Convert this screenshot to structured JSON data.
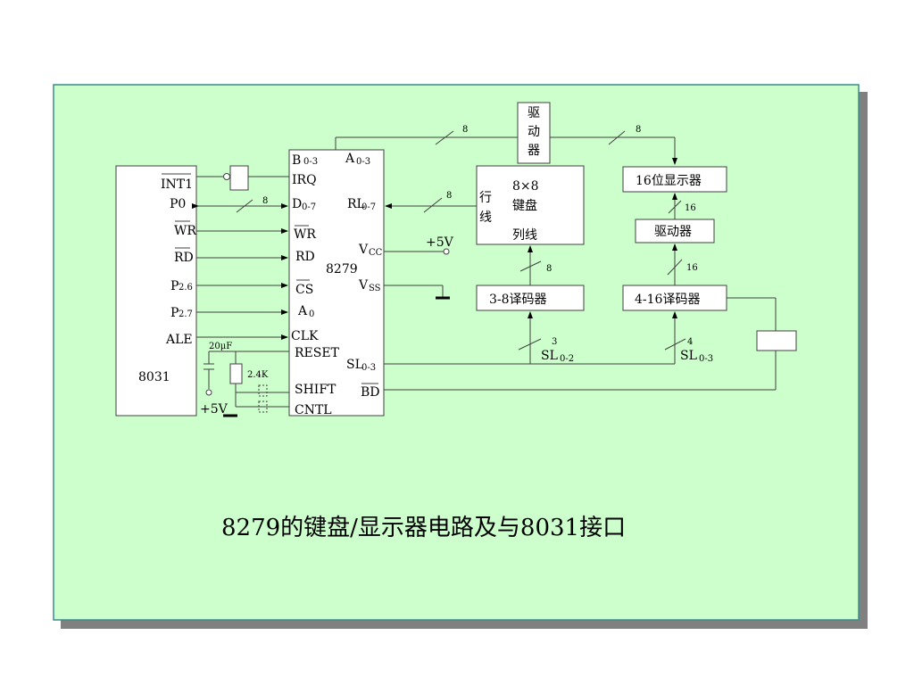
{
  "colors": {
    "panel": "#ccffcc",
    "panel_border": "#3c8c8c",
    "shadow": "#808080"
  },
  "title": "8279的键盘/显示器电路及与8031接口",
  "chip8031": {
    "name": "8031",
    "pins": [
      "INT1",
      "P0",
      "WR",
      "RD",
      "P",
      "P",
      "ALE"
    ],
    "p26_sub": "2.6",
    "p27_sub": "2.7"
  },
  "chip8279": {
    "name": "8279",
    "left_pins": [
      "B",
      "IRQ",
      "D",
      "WR",
      "RD",
      "CS",
      "A",
      "CLK",
      "RESET",
      "SHIFT",
      "CNTL"
    ],
    "b_sub": "0-3",
    "d_sub": "0-7",
    "a_sub": "0",
    "right_pins": [
      "A",
      "RL",
      "V",
      "V",
      "SL",
      "BD"
    ],
    "a_right_sub": "0-3",
    "rl_sub": "0-7",
    "vcc_sub": "CC",
    "vss_sub": "SS",
    "sl_sub": "0-3"
  },
  "blocks": {
    "driver_top": [
      "驱",
      "动",
      "器"
    ],
    "keyboard": [
      "8×8",
      "键盘"
    ],
    "row_line": [
      "行",
      "线"
    ],
    "col_line": "列线",
    "display": "16位显示器",
    "driver_right": "驱动器",
    "decoder38": "3-8译码器",
    "decoder416": "4-16译码器"
  },
  "bus_widths": {
    "top_left": "8",
    "top_right": "8",
    "data_bus": "8",
    "rl_bus": "8",
    "col_bus": "8",
    "dec38_in": "3",
    "dec416_in": "4",
    "disp_top": "16",
    "disp_bottom": "16"
  },
  "signals": {
    "plus5v_a": "+5V",
    "plus5v_b": "+5V",
    "sl02": "SL",
    "sl02_sub": "0-2",
    "sl03": "SL",
    "sl03_sub": "0-3"
  },
  "components": {
    "capacitor": "20μF",
    "resistor": "2.4K"
  }
}
